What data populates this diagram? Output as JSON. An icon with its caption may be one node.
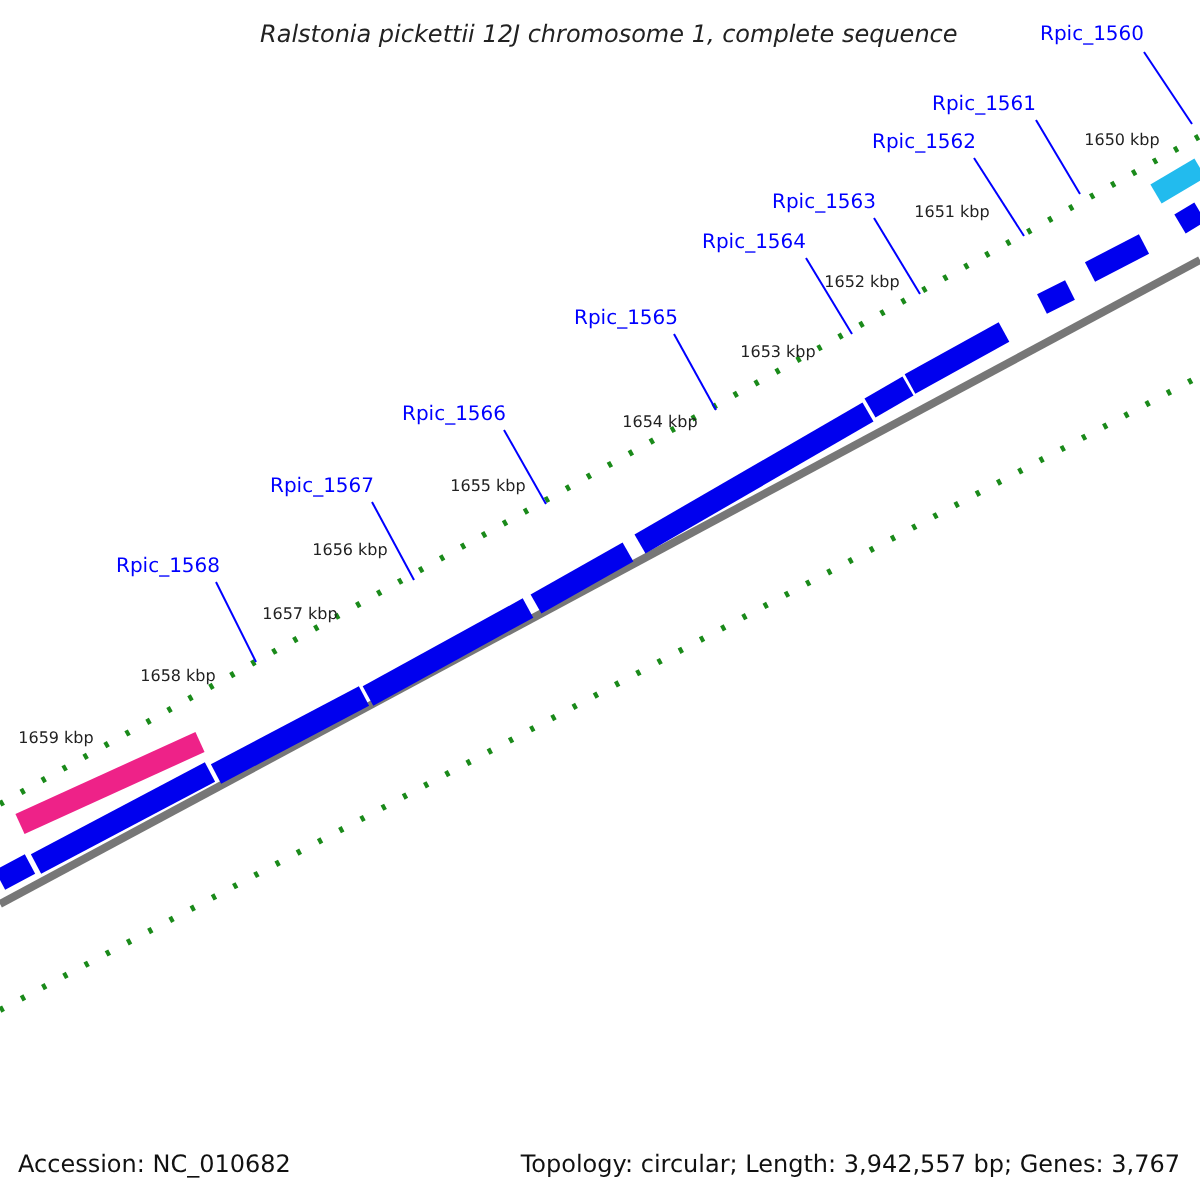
{
  "diagram": {
    "title": "Ralstonia pickettii 12J chromosome 1, complete sequence",
    "nodes": [
      {
        "text": [
          "Rpic_1560"
        ]
      },
      {
        "text": [
          "Rpic_1561"
        ]
      },
      {
        "text": [
          "Rpic_1562"
        ]
      },
      {
        "text": [
          "Rpic_1563"
        ]
      },
      {
        "text": [
          "Rpic_1564"
        ]
      },
      {
        "text": [
          "Rpic_1565"
        ]
      },
      {
        "text": [
          "Rpic_1566"
        ]
      },
      {
        "text": [
          "Rpic_1567"
        ]
      },
      {
        "text": [
          "Rpic_1568"
        ]
      }
    ],
    "edges": [
      {
        "from": 0,
        "to": null,
        "arrow": "none"
      },
      {
        "from": 1,
        "to": null,
        "arrow": "none"
      },
      {
        "from": 2,
        "to": null,
        "arrow": "none"
      },
      {
        "from": 3,
        "to": null,
        "arrow": "none"
      },
      {
        "from": 4,
        "to": null,
        "arrow": "none"
      },
      {
        "from": 5,
        "to": null,
        "arrow": "none"
      },
      {
        "from": 6,
        "to": null,
        "arrow": "none"
      },
      {
        "from": 7,
        "to": null,
        "arrow": "none"
      },
      {
        "from": 8,
        "to": null,
        "arrow": "none"
      }
    ],
    "labels": [
      "1650 kbp",
      "1651 kbp",
      "1652 kbp",
      "1653 kbp",
      "1654 kbp",
      "1655 kbp",
      "1656 kbp",
      "1657 kbp",
      "1658 kbp",
      "1659 kbp",
      "Accession: NC_010682",
      "Topology: circular; Length: 3,942,557 bp; Genes: 3,767"
    ]
  }
}
